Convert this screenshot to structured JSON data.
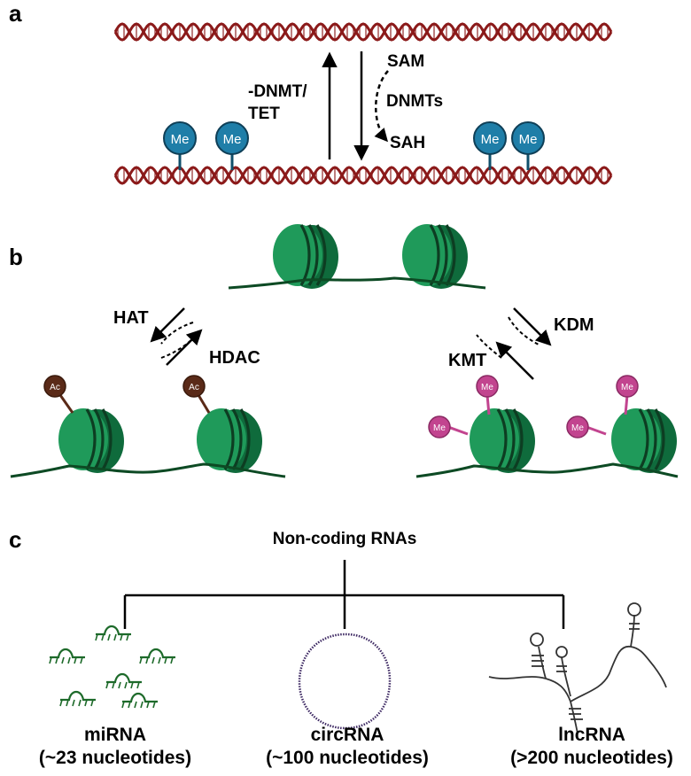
{
  "panels": {
    "a": {
      "letter": "a",
      "reverse_label_line1": "-DNMT/",
      "reverse_label_line2": "TET",
      "substrate_label": "SAM",
      "enzyme_label": "DNMTs",
      "product_label": "SAH",
      "methyl_mark": "Me"
    },
    "b": {
      "letter": "b",
      "acetyl_writer": "HAT",
      "acetyl_eraser": "HDAC",
      "methyl_writer": "KMT",
      "methyl_eraser": "KDM",
      "acetyl_mark": "Ac",
      "methyl_mark": "Me"
    },
    "c": {
      "letter": "c",
      "root_label": "Non-coding RNAs",
      "branches": [
        {
          "name": "miRNA",
          "size": "(~23 nucleotides)"
        },
        {
          "name": "circRNA",
          "size": "(~100 nucleotides)"
        },
        {
          "name": "lncRNA",
          "size": "(>200 nucleotides)"
        }
      ]
    }
  },
  "colors": {
    "dna": "#8b1a1a",
    "methyl_dna": "#1f7ea8",
    "nucleosome": "#1f9a5a",
    "nucleosome_dark": "#0f6b3c",
    "histone_me": "#c2448f",
    "acetyl": "#5a2a18",
    "mirna": "#1d6a2a",
    "circrna": "#3a2560"
  }
}
